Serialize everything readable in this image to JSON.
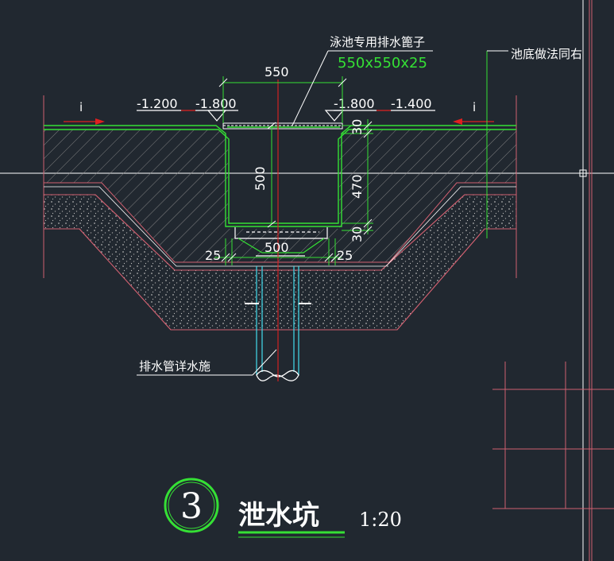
{
  "drawing": {
    "callout_grate": "泳池专用排水篦子",
    "grate_size": "550x550x25",
    "callout_floor": "池底做法同右",
    "callout_pipe": "排水管详水施",
    "width_top": "550",
    "width_bottom": "500",
    "depth_left": "500",
    "depth_right": "470",
    "dim_30_top": "30",
    "dim_30_bottom": "30",
    "dim_25_left": "25",
    "dim_25_right": "25",
    "elev_left_outer": "-1.200",
    "elev_left_inner": "-1.800",
    "elev_right_inner": "-1.800",
    "elev_right_outer": "-1.400",
    "slope_left": "i",
    "slope_right": "i",
    "detail_number": "3",
    "detail_title": "泄水坑",
    "detail_scale": "1:20"
  },
  "colors": {
    "background": "#212830",
    "green": "#35e035",
    "white": "#ffffff",
    "red": "#e02020",
    "cyan": "#40d0e0",
    "pink": "#d06070",
    "hatch": "#9a9a9a"
  }
}
